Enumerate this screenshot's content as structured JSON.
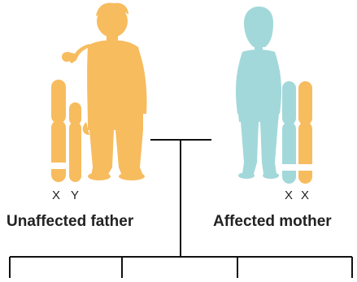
{
  "colors": {
    "father": "#F7BC5E",
    "mother": "#A3D8DA",
    "line": "#111111",
    "band": "#ffffff"
  },
  "father": {
    "chromosomes": [
      "X",
      "Y"
    ],
    "label": "Unaffected father",
    "affected": false
  },
  "mother": {
    "chromosomes": [
      "X",
      "X"
    ],
    "label": "Affected mother",
    "affected": true
  }
}
